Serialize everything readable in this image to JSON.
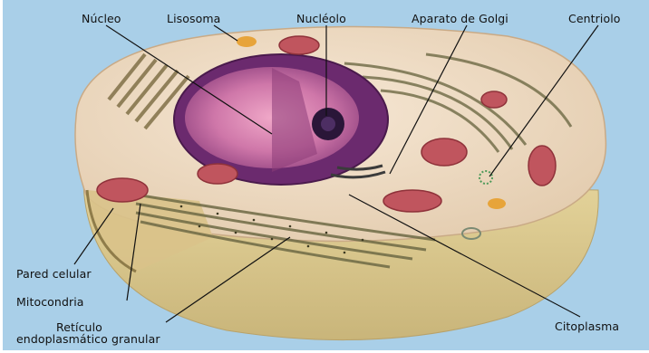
{
  "diagram": {
    "labels": {
      "nucleo": "Núcleo",
      "lisosoma": "Lisosoma",
      "nucleolo": "Nucléolo",
      "golgi": "Aparato de Golgi",
      "centriolo": "Centriolo",
      "pared": "Pared celular",
      "mitocondria": "Mitocondria",
      "reticulo_line1": "Retículo",
      "reticulo_line2": "endoplasmático granular",
      "citoplasma": "Citoplasma"
    },
    "colors": {
      "background": "#a9cfe8",
      "cell_body": "#e8d9a8",
      "cytoplasm_top": "#efdcc4",
      "nucleus_membrane": "#6b2a6e",
      "nucleus_inner": "#c36fa4",
      "nucleolus": "#2a1638",
      "mitochondria": "#c0555e",
      "er": "#6e6a45",
      "lysosome": "#e7a43a",
      "centriole": "#4e9a5a"
    }
  }
}
